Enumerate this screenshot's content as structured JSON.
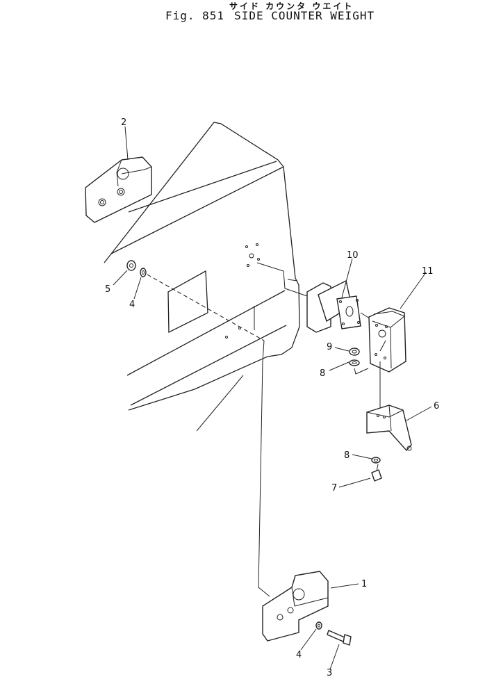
{
  "header": {
    "japanese_title": "サイド カウンタ ウエイト",
    "fig_label": "Fig. 851",
    "title": "SIDE COUNTER WEIGHT"
  },
  "callouts": {
    "c1": "1",
    "c2": "2",
    "c3": "3",
    "c4a": "4",
    "c4b": "4",
    "c5": "5",
    "c6": "6",
    "c7": "7",
    "c8a": "8",
    "c8b": "8",
    "c9": "9",
    "c10": "10",
    "c11": "11"
  }
}
